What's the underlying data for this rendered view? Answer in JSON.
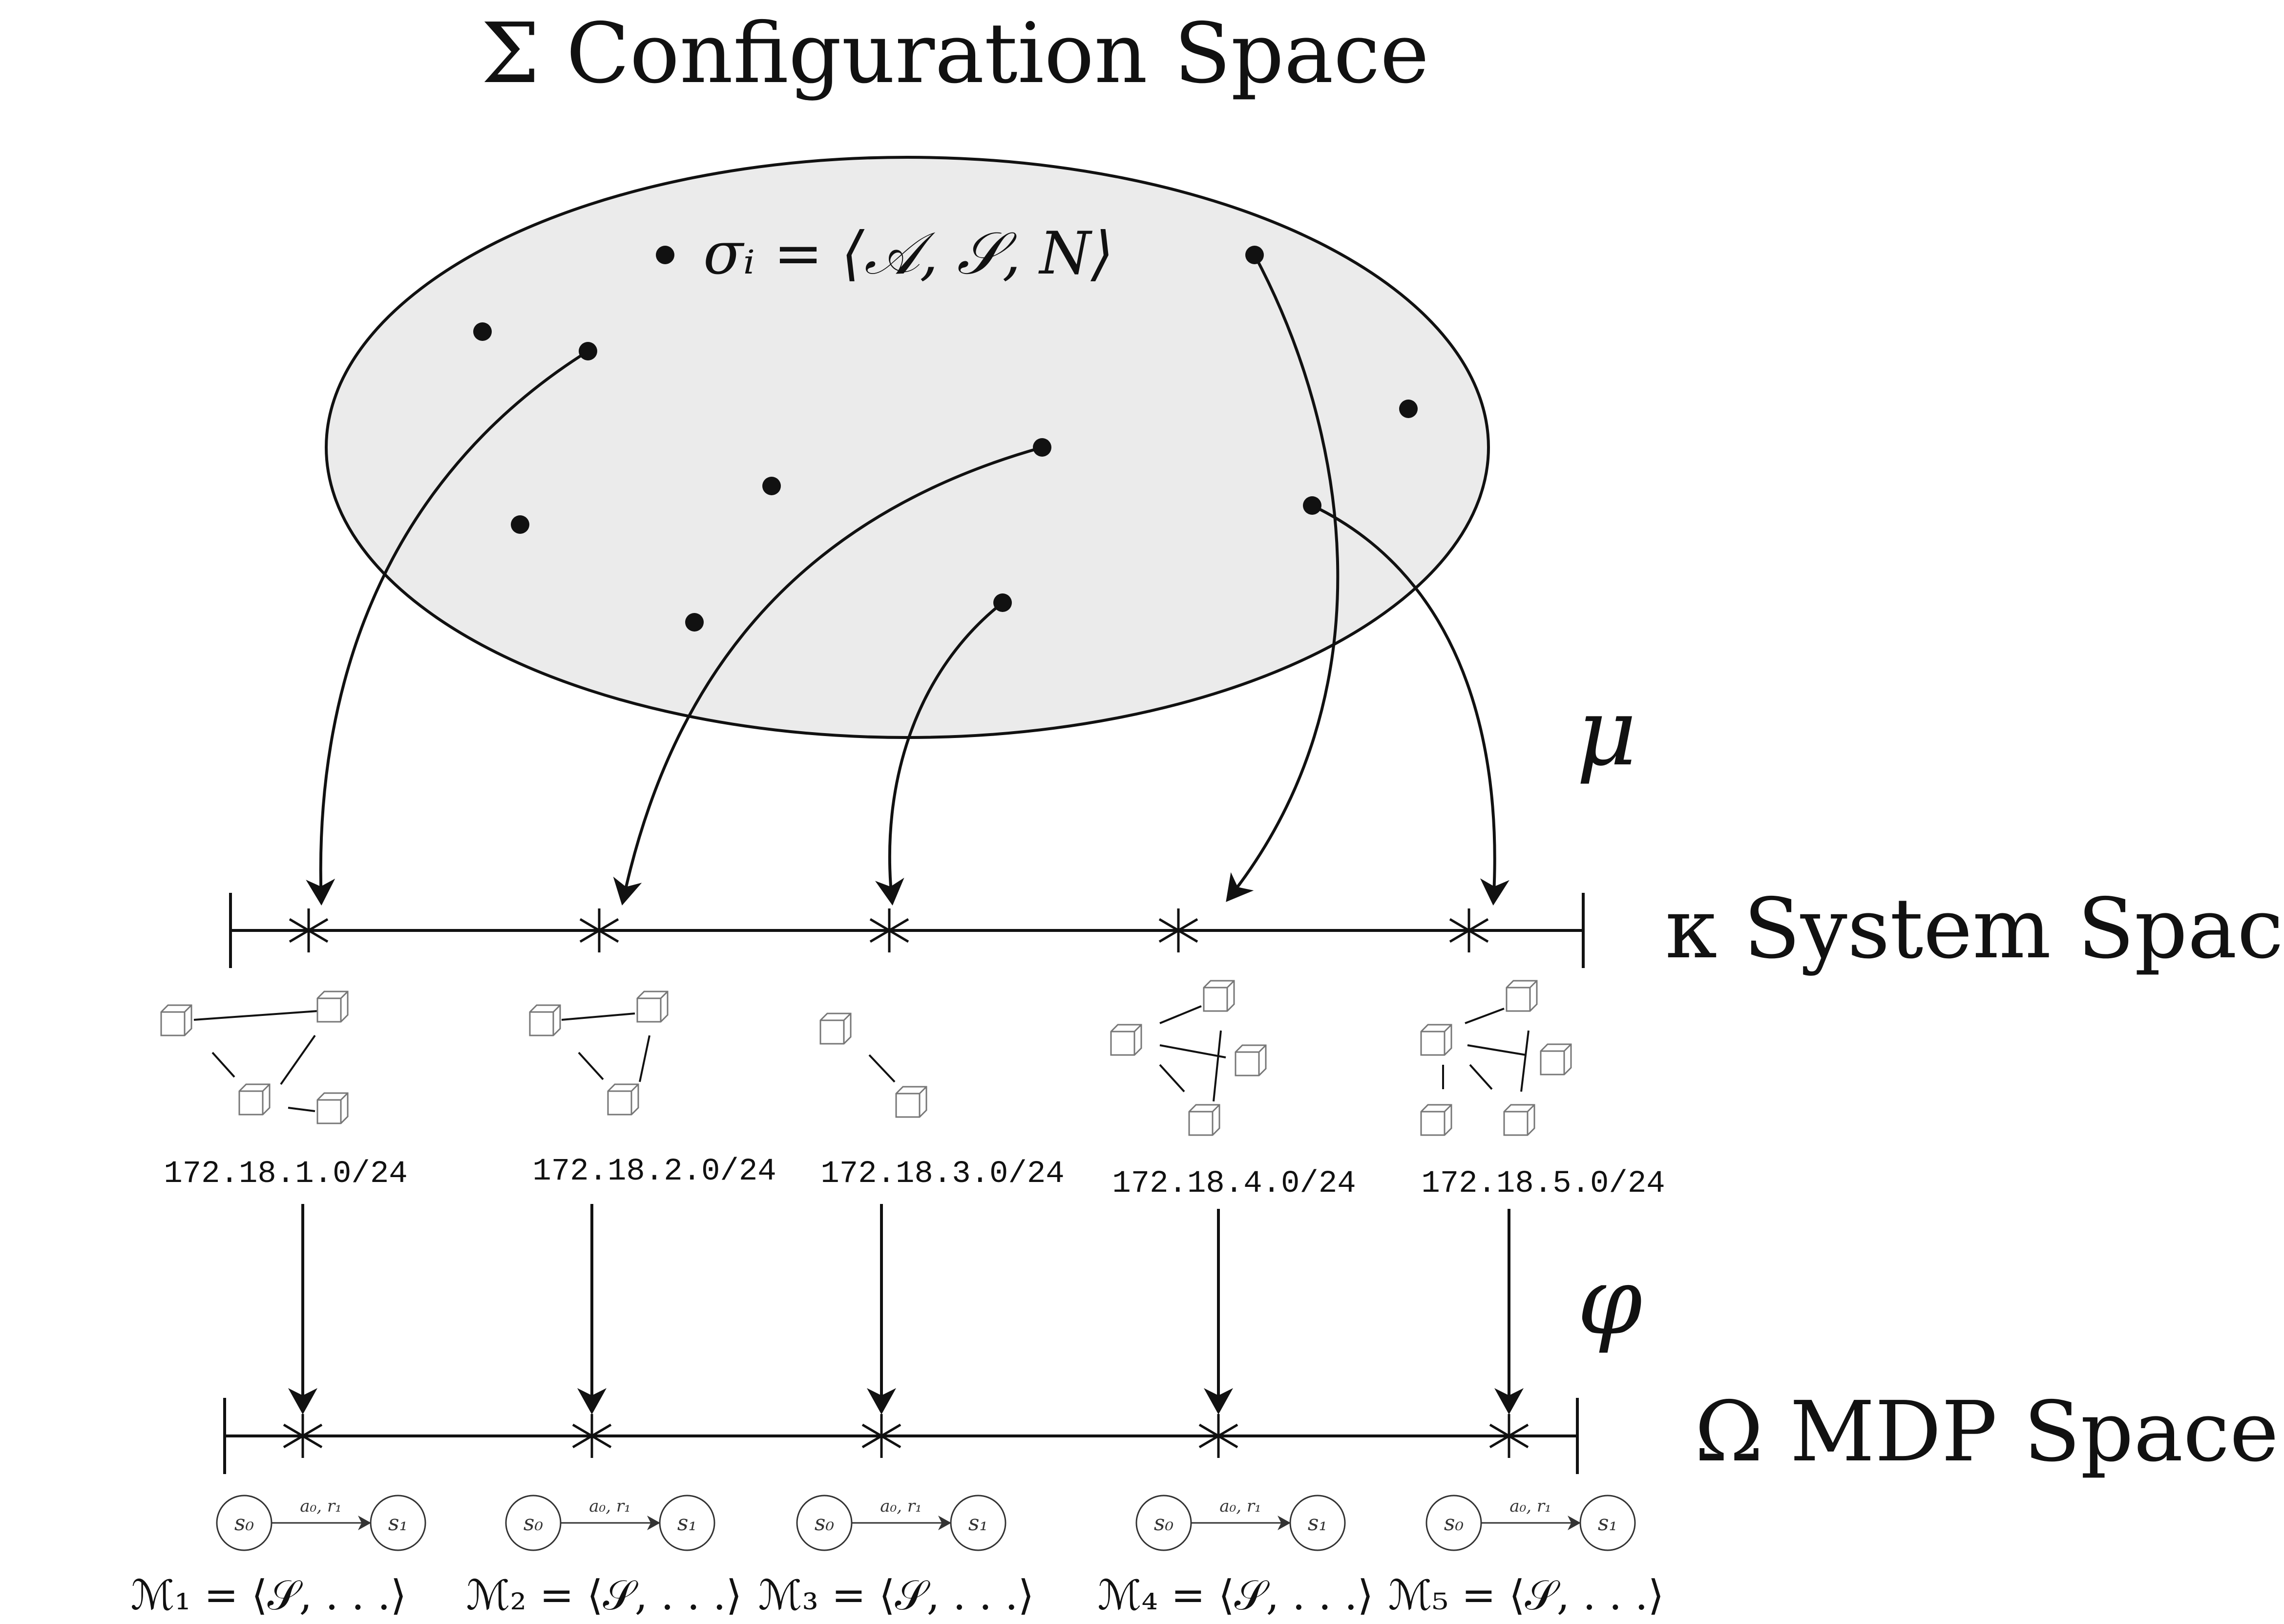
{
  "titles": {
    "configuration": "Σ Configuration Space",
    "system": "κ System Space",
    "mdp": "Ω MDP Space"
  },
  "symbols": {
    "mu": "μ",
    "phi": "φ"
  },
  "config_point_label": "σᵢ = ⟨𝒜, 𝒮, N⟩",
  "systems": [
    {
      "subnet": "172.18.1.0/24"
    },
    {
      "subnet": "172.18.2.0/24"
    },
    {
      "subnet": "172.18.3.0/24"
    },
    {
      "subnet": "172.18.4.0/24"
    },
    {
      "subnet": "172.18.5.0/24"
    }
  ],
  "mdps": [
    {
      "state0": "s₀",
      "state1": "s₁",
      "transition": "a₀, r₁",
      "equation": "ℳ₁ = ⟨𝒮, . . .⟩"
    },
    {
      "state0": "s₀",
      "state1": "s₁",
      "transition": "a₀, r₁",
      "equation": "ℳ₂ = ⟨𝒮, . . .⟩"
    },
    {
      "state0": "s₀",
      "state1": "s₁",
      "transition": "a₀, r₁",
      "equation": "ℳ₃ = ⟨𝒮, . . .⟩"
    },
    {
      "state0": "s₀",
      "state1": "s₁",
      "transition": "a₀, r₁",
      "equation": "ℳ₄ = ⟨𝒮, . . .⟩"
    },
    {
      "state0": "s₀",
      "state1": "s₁",
      "transition": "a₀, r₁",
      "equation": "ℳ₅ = ⟨𝒮, . . .⟩"
    }
  ],
  "colors": {
    "ellipse_fill": "#ebebeb",
    "ink": "#111111",
    "cube_stroke": "#777777"
  }
}
